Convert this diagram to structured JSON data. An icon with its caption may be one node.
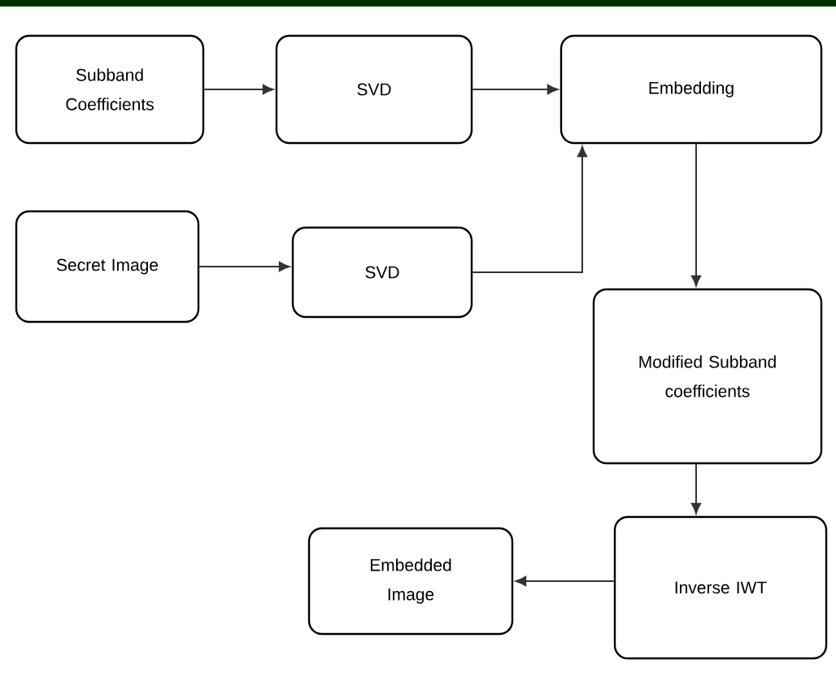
{
  "diagram": {
    "nodes": [
      {
        "text": [
          "Subband Coefficients"
        ]
      },
      {
        "text": [
          "SVD"
        ]
      },
      {
        "text": [
          "Embedding"
        ]
      },
      {
        "text": [
          "Secret Image"
        ]
      },
      {
        "text": [
          "SVD"
        ]
      },
      {
        "text": [
          "Modified Subband coefficients"
        ]
      },
      {
        "text": [
          "Embedded Image"
        ]
      },
      {
        "text": [
          "Inverse IWT"
        ]
      }
    ],
    "edges": [
      {
        "from": 0,
        "to": 1,
        "arrow": "to"
      },
      {
        "from": 1,
        "to": 2,
        "arrow": "to"
      },
      {
        "from": 3,
        "to": 4,
        "arrow": "to"
      },
      {
        "from": 4,
        "to": 2,
        "arrow": "to"
      },
      {
        "from": 2,
        "to": 5,
        "arrow": "to"
      },
      {
        "from": 5,
        "to": 7,
        "arrow": "to"
      },
      {
        "from": 7,
        "to": 6,
        "arrow": "to"
      }
    ]
  }
}
